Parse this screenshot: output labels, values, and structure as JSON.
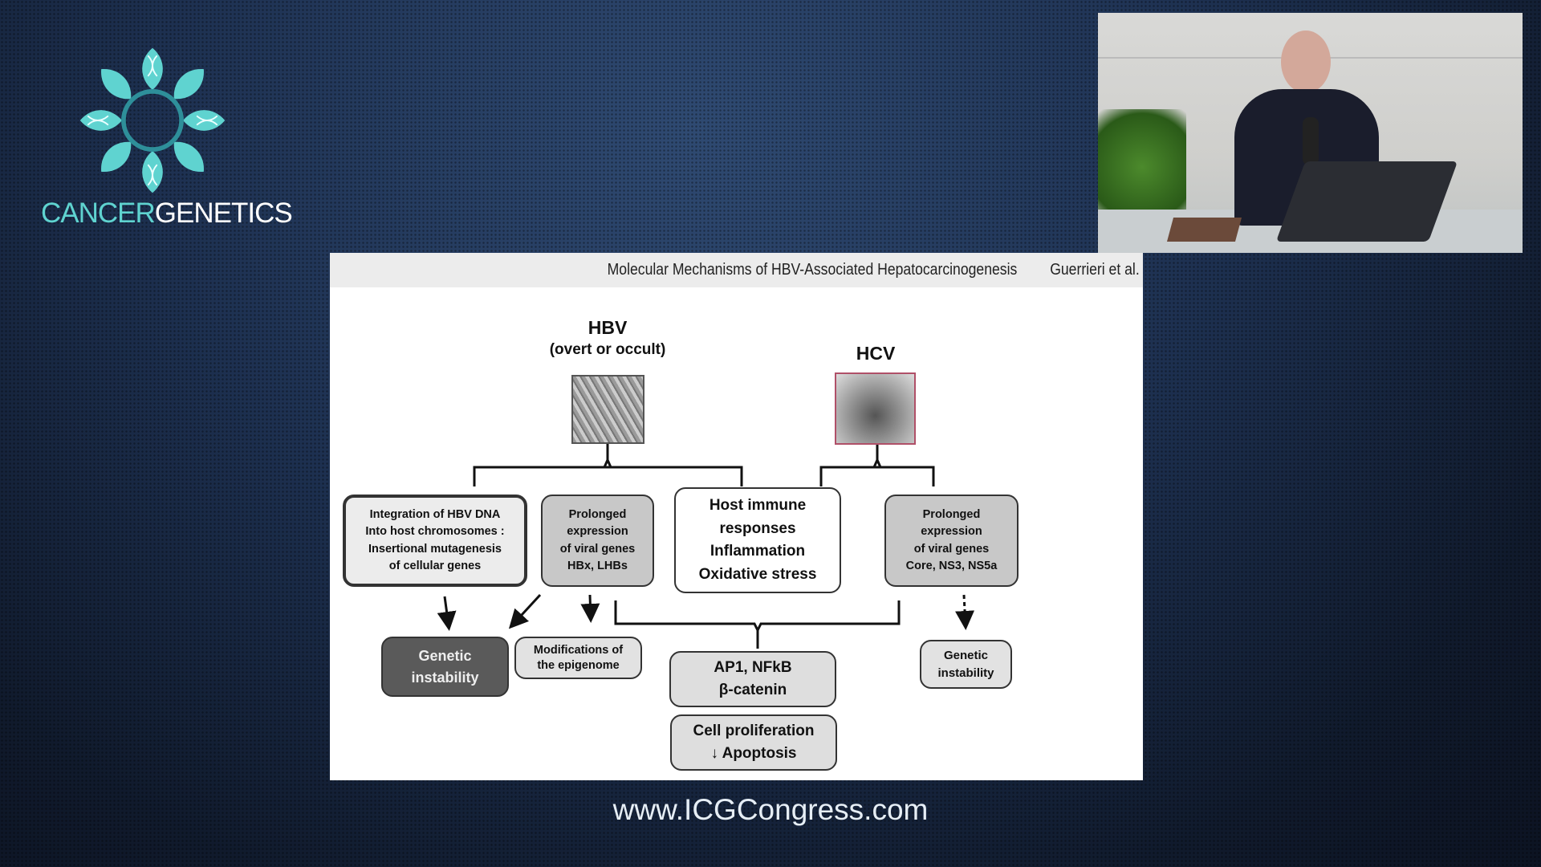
{
  "logo": {
    "part1": "CANCER",
    "part2": "GENETICS",
    "accent": "#5fd3d0"
  },
  "slide": {
    "title": "Molecular Mechanisms of HBV-Associated Hepatocarcinogenesis",
    "author": "Guerrieri et al.",
    "hbv": {
      "label": "HBV",
      "sub": "(overt or occult)"
    },
    "hcv": {
      "label": "HCV"
    },
    "boxes": {
      "integration": [
        "Integration of HBV DNA",
        "Into host chromosomes :",
        "Insertional mutagenesis",
        "of cellular genes"
      ],
      "prolonged_hbv": [
        "Prolonged",
        "expression",
        "of viral genes",
        "HBx, LHBs"
      ],
      "host": [
        "Host immune",
        "responses",
        "Inflammation",
        "Oxidative stress"
      ],
      "prolonged_hcv": [
        "Prolonged",
        "expression",
        "of viral genes",
        "Core, NS3, NS5a"
      ],
      "genetic_left": [
        "Genetic",
        "instability"
      ],
      "epigenome": [
        "Modifications of",
        "the epigenome"
      ],
      "ap1": [
        "AP1, NFkB",
        "β-catenin"
      ],
      "cell": [
        "Cell proliferation",
        "Apoptosis"
      ],
      "genetic_right": [
        "Genetic",
        "instability"
      ]
    }
  },
  "footer": {
    "url": "www.ICGCongress.com"
  }
}
